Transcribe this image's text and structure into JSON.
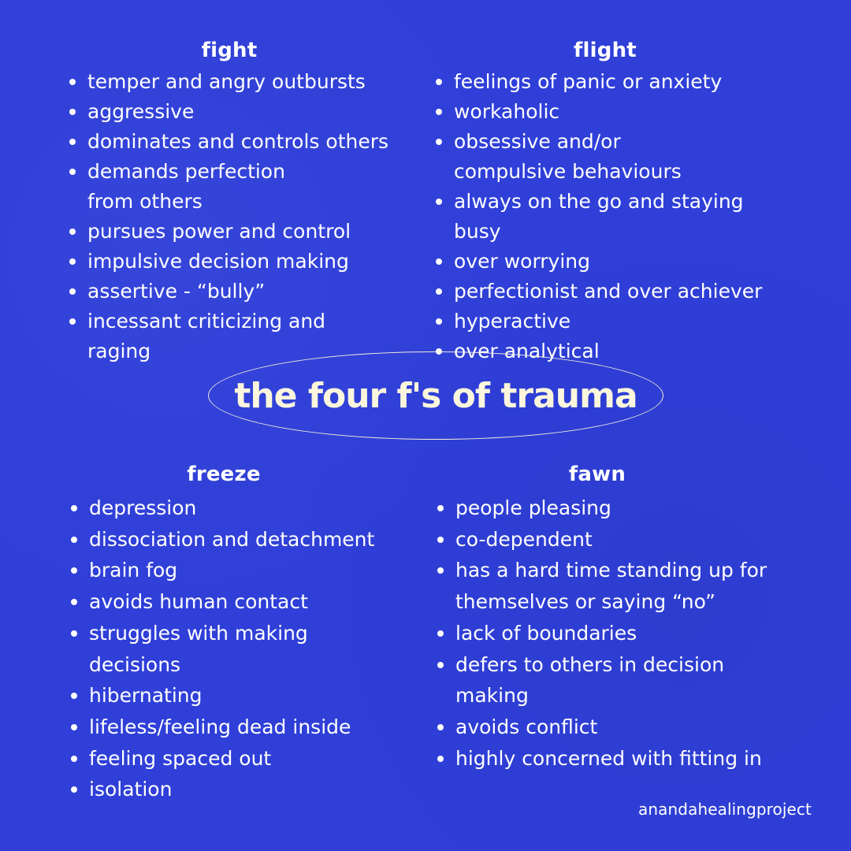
{
  "title": "the four f's of trauma",
  "credit": "anandahealingproject",
  "fight": {
    "heading": "fight",
    "items": [
      "temper and angry outbursts",
      "aggressive",
      "dominates and controls others",
      "demands perfection from others",
      "pursues power and control",
      "impulsive decision making",
      "assertive - “bully”",
      "incessant criticizing and raging"
    ]
  },
  "flight": {
    "heading": "flight",
    "items": [
      "feelings of panic or anxiety",
      "workaholic",
      "obsessive and/or compulsive behaviours",
      "always on the go and staying busy",
      "over worrying",
      "perfectionist and over achiever",
      "hyperactive",
      "over analytical"
    ]
  },
  "freeze": {
    "heading": "freeze",
    "items": [
      "depression",
      "dissociation and detachment",
      "brain fog",
      "avoids human contact",
      "struggles with making decisions",
      "hibernating",
      "lifeless/feeling dead inside",
      "feeling spaced out",
      "isolation"
    ]
  },
  "fawn": {
    "heading": "fawn",
    "items": [
      "people pleasing",
      "co-dependent",
      "has a hard time standing up for themselves or saying “no”",
      "lack of boundaries",
      "defers to others in decision making",
      "avoids conflict",
      "highly concerned with fitting in"
    ]
  }
}
